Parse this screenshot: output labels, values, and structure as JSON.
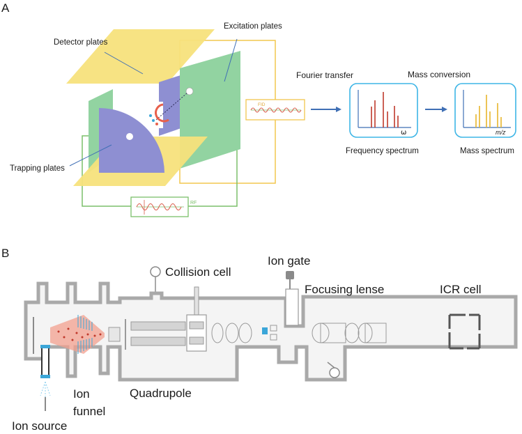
{
  "panel_a": {
    "panel_letter": "A",
    "labels": {
      "detector_plates": "Detector plates",
      "excitation_plates": "Excitation plates",
      "trapping_plates": "Trapping plates",
      "fourier_transfer": "Fourier transfer",
      "mass_conversion": "Mass conversion",
      "frequency_spectrum": "Frequency spectrum",
      "mass_spectrum": "Mass spectrum",
      "fid": "FID",
      "rf": "RF",
      "omega_axis": "ω",
      "mz_axis": "m/z"
    },
    "colors": {
      "detector": "#f7e27c",
      "excitation": "#92d3a1",
      "trapping": "#8e8fd2",
      "fid_box": "#f2c74e",
      "rf_box": "#7bbf6a",
      "spectrum_box": "#3db5e6",
      "arrow": "#3f6fb5"
    }
  },
  "panel_b": {
    "panel_letter": "B",
    "labels": {
      "collision_cell": "Collision cell",
      "ion_gate": "Ion gate",
      "focusing_lense": "Focusing lense",
      "icr_cell": "ICR cell",
      "ion_funnel_line1": "Ion",
      "ion_funnel_line2": "funnel",
      "quadrupole": "Quadrupole",
      "ion_source": "Ion source"
    },
    "colors": {
      "chamber_wall": "#a9a9a9",
      "chamber_fill": "#f4f4f4",
      "ion_beam": "#e8604c",
      "ion_source_accent": "#3ba6d8"
    }
  }
}
